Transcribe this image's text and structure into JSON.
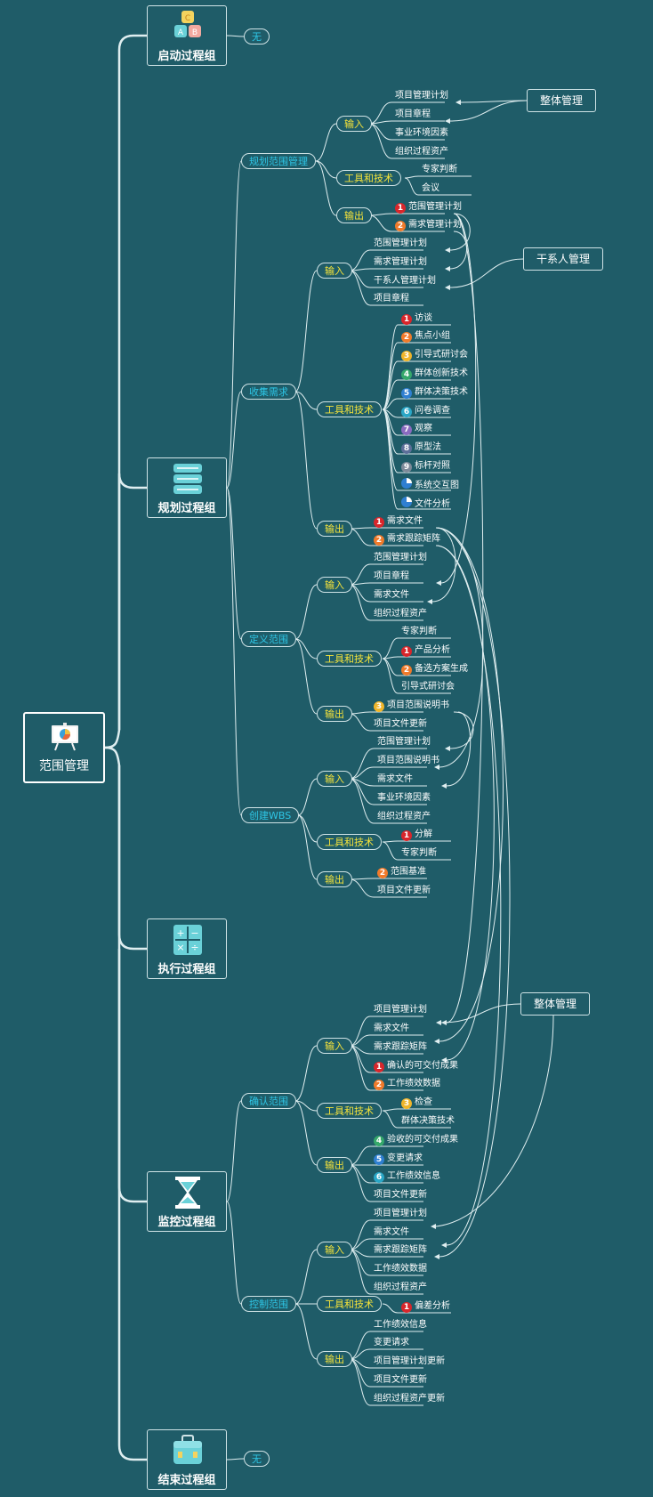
{
  "colors": {
    "background": "#1f5c68",
    "line": "#dfeef0",
    "process_text": "#2ec6e6",
    "io_text": "#f5e33a",
    "badge": [
      "",
      "#d8262b",
      "#f07a2a",
      "#f0b52a",
      "#35a86b",
      "#2f7fd1",
      "#2aa7c7",
      "#8b6bbf",
      "#5d6f99",
      "#7d8a99"
    ]
  },
  "root": {
    "label": "范围管理",
    "icon": "presentation-board-icon"
  },
  "groups": [
    {
      "id": "g-initiating",
      "label": "启动过程组",
      "icon": "abc-blocks-icon"
    },
    {
      "id": "g-planning",
      "label": "规划过程组",
      "icon": "database-icon"
    },
    {
      "id": "g-executing",
      "label": "执行过程组",
      "icon": "calculator-icon"
    },
    {
      "id": "g-monitoring",
      "label": "监控过程组",
      "icon": "hourglass-icon"
    },
    {
      "id": "g-closing",
      "label": "结束过程组",
      "icon": "briefcase-icon"
    }
  ],
  "none_labels": [
    "无",
    "无"
  ],
  "processes": [
    "规划范围管理",
    "收集需求",
    "定义范围",
    "创建WBS",
    "确认范围",
    "控制范围"
  ],
  "io_labels": {
    "p1": [
      "输入",
      "工具和技术",
      "输出"
    ],
    "p2": [
      "输入",
      "工具和技术",
      "输出"
    ],
    "p3": [
      "输入",
      "工具和技术",
      "输出"
    ],
    "p4": [
      "输入",
      "工具和技术",
      "输出"
    ],
    "p5": [
      "输入",
      "工具和技术",
      "输出"
    ],
    "p6": [
      "输入",
      "工具和技术",
      "输出"
    ]
  },
  "refs": [
    "整体管理",
    "干系人管理",
    "整体管理"
  ],
  "leaves": {
    "p1_in": [
      "项目管理计划",
      "项目章程",
      "事业环境因素",
      "组织过程资产"
    ],
    "p1_tt": [
      "专家判断",
      "会议"
    ],
    "p1_out": [
      {
        "n": 1,
        "t": "范围管理计划"
      },
      {
        "n": 2,
        "t": "需求管理计划"
      }
    ],
    "p2_in": [
      "范围管理计划",
      "需求管理计划",
      "干系人管理计划",
      "项目章程"
    ],
    "p2_tt": [
      {
        "n": "1",
        "t": "访谈"
      },
      {
        "n": "2",
        "t": "焦点小组"
      },
      {
        "n": "3",
        "t": "引导式研讨会"
      },
      {
        "n": "4",
        "t": "群体创新技术"
      },
      {
        "n": "5",
        "t": "群体决策技术"
      },
      {
        "n": "6",
        "t": "问卷调查"
      },
      {
        "n": "7",
        "t": "观察"
      },
      {
        "n": "8",
        "t": "原型法"
      },
      {
        "n": "9",
        "t": "标杆对照"
      },
      {
        "n": "",
        "t": "系统交互图"
      },
      {
        "n": "",
        "t": "文件分析"
      }
    ],
    "p2_out": [
      {
        "n": 1,
        "t": "需求文件"
      },
      {
        "n": 2,
        "t": "需求跟踪矩阵"
      }
    ],
    "p3_in": [
      "范围管理计划",
      "项目章程",
      "需求文件",
      "组织过程资产"
    ],
    "p3_tt": [
      {
        "n": "",
        "t": "专家判断"
      },
      {
        "n": "1",
        "t": "产品分析"
      },
      {
        "n": "2",
        "t": "备选方案生成"
      },
      {
        "n": "",
        "t": "引导式研讨会"
      }
    ],
    "p3_out": [
      {
        "n": "3",
        "t": "项目范围说明书"
      },
      {
        "n": "",
        "t": "项目文件更新"
      }
    ],
    "p4_in": [
      "范围管理计划",
      "项目范围说明书",
      "需求文件",
      "事业环境因素",
      "组织过程资产"
    ],
    "p4_tt": [
      {
        "n": "1",
        "t": "分解"
      },
      {
        "n": "",
        "t": "专家判断"
      }
    ],
    "p4_out": [
      {
        "n": "2",
        "t": "范围基准"
      },
      {
        "n": "",
        "t": "项目文件更新"
      }
    ],
    "p5_in": [
      {
        "n": "",
        "t": "项目管理计划"
      },
      {
        "n": "",
        "t": "需求文件"
      },
      {
        "n": "",
        "t": "需求跟踪矩阵"
      },
      {
        "n": "1",
        "t": "确认的可交付成果"
      },
      {
        "n": "2",
        "t": "工作绩效数据"
      }
    ],
    "p5_tt": [
      {
        "n": "3",
        "t": "检查"
      },
      {
        "n": "",
        "t": "群体决策技术"
      }
    ],
    "p5_out": [
      {
        "n": "4",
        "t": "验收的可交付成果"
      },
      {
        "n": "5",
        "t": "变更请求"
      },
      {
        "n": "6",
        "t": "工作绩效信息"
      },
      {
        "n": "",
        "t": "项目文件更新"
      }
    ],
    "p6_in": [
      "项目管理计划",
      "需求文件",
      "需求跟踪矩阵",
      "工作绩效数据",
      "组织过程资产"
    ],
    "p6_tt": [
      {
        "n": "1",
        "t": "偏差分析"
      }
    ],
    "p6_out": [
      "工作绩效信息",
      "变更请求",
      "项目管理计划更新",
      "项目文件更新",
      "组织过程资产更新"
    ]
  }
}
